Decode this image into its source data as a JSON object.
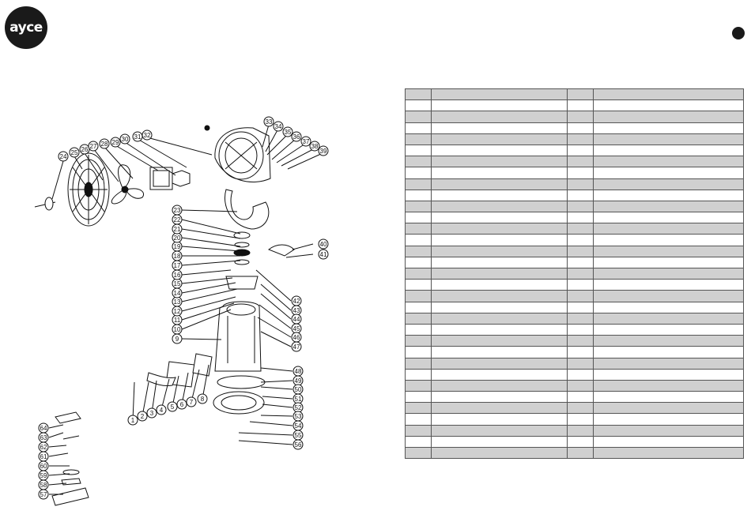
{
  "brand": {
    "logo_text": "ayce"
  },
  "diagram": {
    "callouts": [
      "1",
      "2",
      "3",
      "4",
      "5",
      "6",
      "7",
      "8",
      "9",
      "10",
      "11",
      "12",
      "13",
      "14",
      "15",
      "16",
      "17",
      "18",
      "19",
      "20",
      "21",
      "22",
      "23",
      "24",
      "25",
      "26",
      "27",
      "28",
      "29",
      "30",
      "31",
      "32",
      "33",
      "34",
      "35",
      "36",
      "37",
      "38",
      "39",
      "40",
      "41",
      "42",
      "43",
      "44",
      "45",
      "46",
      "47",
      "48",
      "49",
      "50",
      "51",
      "52",
      "53",
      "54",
      "55",
      "56",
      "57",
      "58",
      "59",
      "60",
      "61",
      "62",
      "63",
      "64"
    ]
  },
  "parts_table": {
    "row_count": 33,
    "columns": 4
  }
}
